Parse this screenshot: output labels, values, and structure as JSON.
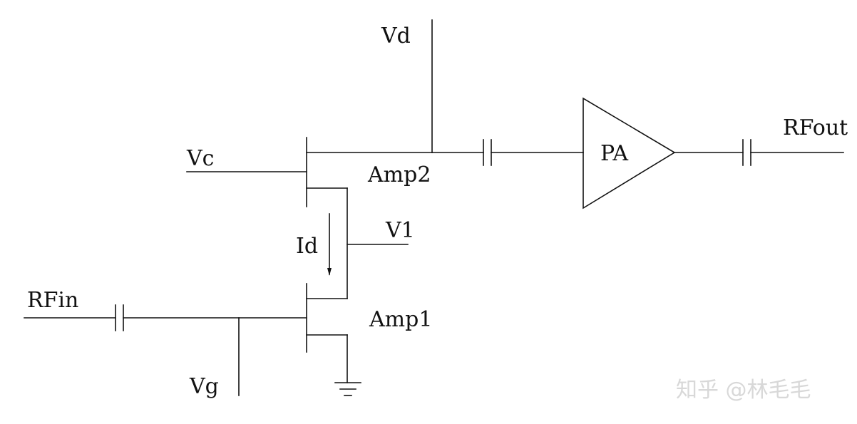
{
  "labels": {
    "vd": "Vd",
    "vc": "Vc",
    "amp2": "Amp2",
    "pa": "PA",
    "rfout": "RFout",
    "v1": "V1",
    "id": "Id",
    "rfin": "RFin",
    "amp1": "Amp1",
    "vg": "Vg"
  },
  "watermark": "知乎 @林毛毛",
  "colors": {
    "line": "#111111",
    "watermark": "#d8d8d8",
    "background": "#ffffff"
  }
}
